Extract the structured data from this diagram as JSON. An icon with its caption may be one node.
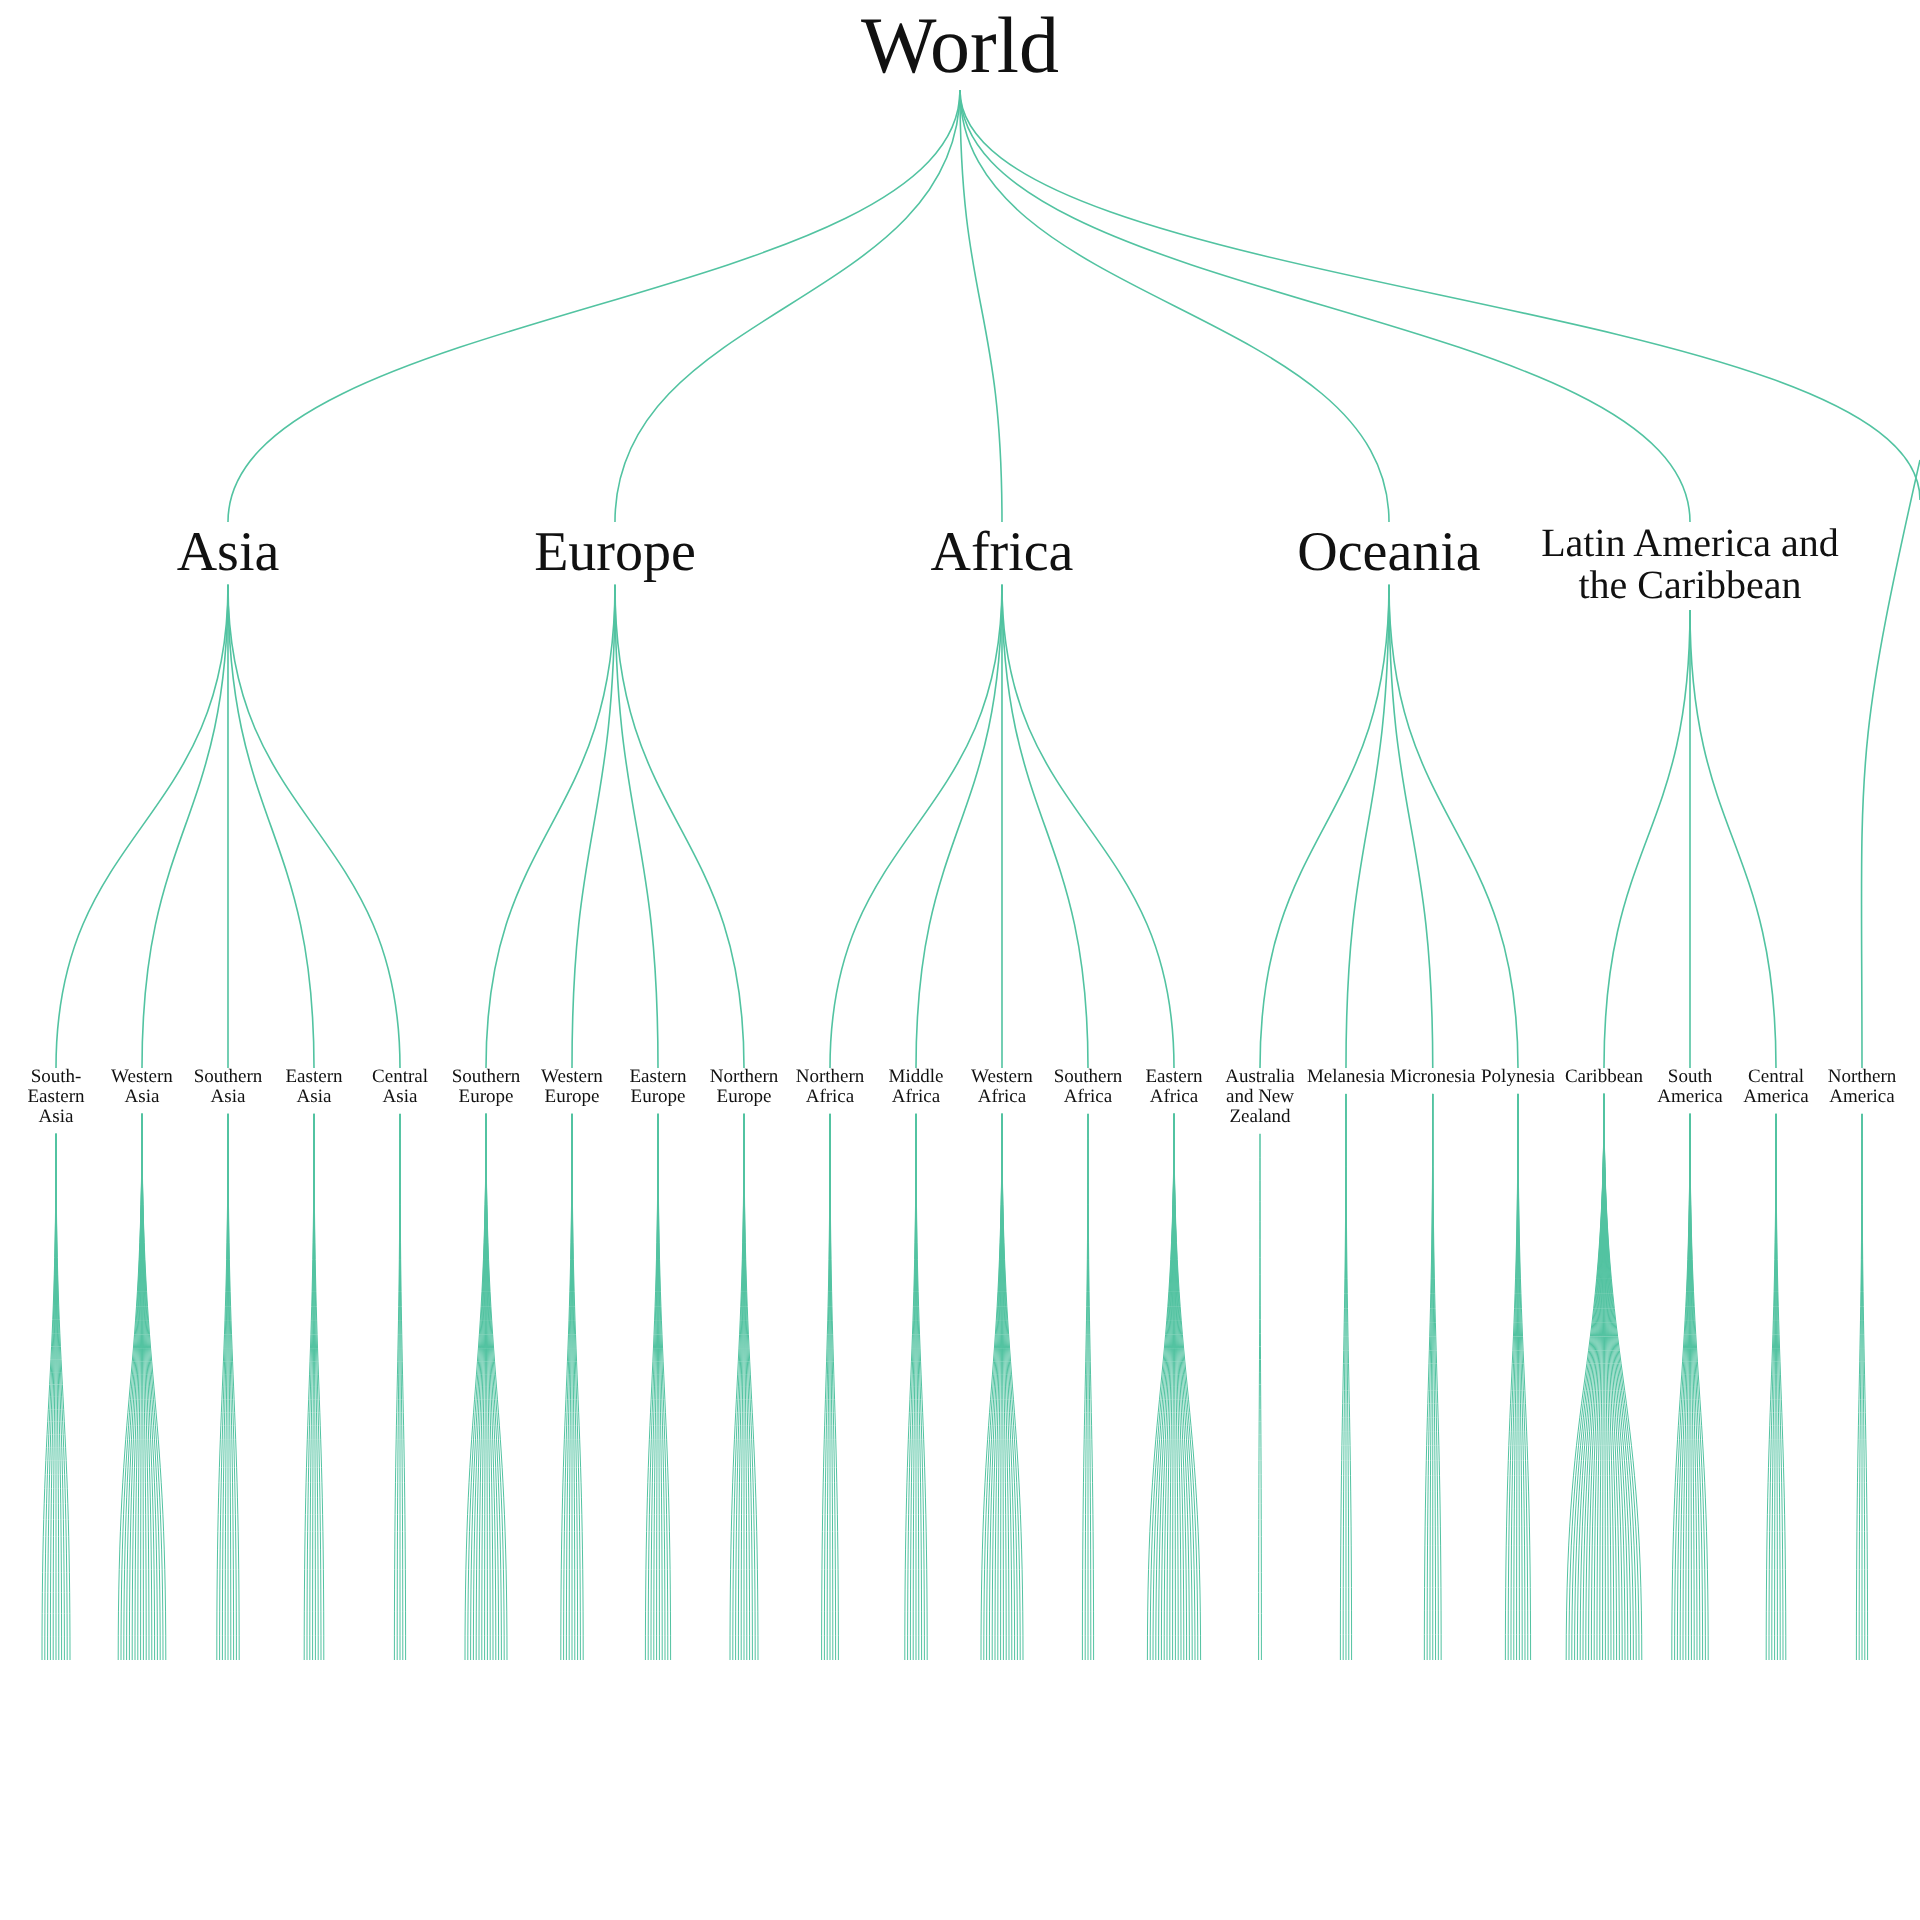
{
  "diagram": {
    "nodes": [
      {
        "text": [
          "World"
        ]
      },
      {
        "text": [
          "Asia"
        ]
      },
      {
        "text": [
          "Europe"
        ]
      },
      {
        "text": [
          "Africa"
        ]
      },
      {
        "text": [
          "Oceania"
        ]
      },
      {
        "text": [
          "Latin America and the Caribbean"
        ]
      },
      {
        "text": [
          "South-Eastern Asia"
        ]
      },
      {
        "text": [
          "Western Asia"
        ]
      },
      {
        "text": [
          "Southern Asia"
        ]
      },
      {
        "text": [
          "Eastern Asia"
        ]
      },
      {
        "text": [
          "Central Asia"
        ]
      },
      {
        "text": [
          "Southern Europe"
        ]
      },
      {
        "text": [
          "Western Europe"
        ]
      },
      {
        "text": [
          "Eastern Europe"
        ]
      },
      {
        "text": [
          "Northern Europe"
        ]
      },
      {
        "text": [
          "Northern Africa"
        ]
      },
      {
        "text": [
          "Middle Africa"
        ]
      },
      {
        "text": [
          "Western Africa"
        ]
      },
      {
        "text": [
          "Southern Africa"
        ]
      },
      {
        "text": [
          "Eastern Africa"
        ]
      },
      {
        "text": [
          "Australia and New Zealand"
        ]
      },
      {
        "text": [
          "Melanesia"
        ]
      },
      {
        "text": [
          "Micronesia"
        ]
      },
      {
        "text": [
          "Polynesia"
        ]
      },
      {
        "text": [
          "Caribbean"
        ]
      },
      {
        "text": [
          "South America"
        ]
      },
      {
        "text": [
          "Central America"
        ]
      },
      {
        "text": [
          "Northern America"
        ]
      }
    ],
    "edges": [
      {
        "from": 0,
        "to": 1,
        "arrow": "none"
      },
      {
        "from": 0,
        "to": 2,
        "arrow": "none"
      },
      {
        "from": 0,
        "to": 3,
        "arrow": "none"
      },
      {
        "from": 0,
        "to": 4,
        "arrow": "none"
      },
      {
        "from": 0,
        "to": 5,
        "arrow": "none"
      },
      {
        "from": 0,
        "to": null,
        "arrow": "none"
      },
      {
        "from": 1,
        "to": 6,
        "arrow": "none"
      },
      {
        "from": 1,
        "to": 7,
        "arrow": "none"
      },
      {
        "from": 1,
        "to": 8,
        "arrow": "none"
      },
      {
        "from": 1,
        "to": 9,
        "arrow": "none"
      },
      {
        "from": 1,
        "to": 10,
        "arrow": "none"
      },
      {
        "from": 2,
        "to": 11,
        "arrow": "none"
      },
      {
        "from": 2,
        "to": 12,
        "arrow": "none"
      },
      {
        "from": 2,
        "to": 13,
        "arrow": "none"
      },
      {
        "from": 2,
        "to": 14,
        "arrow": "none"
      },
      {
        "from": 3,
        "to": 15,
        "arrow": "none"
      },
      {
        "from": 3,
        "to": 16,
        "arrow": "none"
      },
      {
        "from": 3,
        "to": 17,
        "arrow": "none"
      },
      {
        "from": 3,
        "to": 18,
        "arrow": "none"
      },
      {
        "from": 3,
        "to": 19,
        "arrow": "none"
      },
      {
        "from": 4,
        "to": 20,
        "arrow": "none"
      },
      {
        "from": 4,
        "to": 21,
        "arrow": "none"
      },
      {
        "from": 4,
        "to": 22,
        "arrow": "none"
      },
      {
        "from": 4,
        "to": 23,
        "arrow": "none"
      },
      {
        "from": 5,
        "to": 24,
        "arrow": "none"
      },
      {
        "from": 5,
        "to": 25,
        "arrow": "none"
      },
      {
        "from": 5,
        "to": 26,
        "arrow": "none"
      },
      {
        "from": null,
        "to": 27,
        "arrow": "none"
      }
    ]
  }
}
